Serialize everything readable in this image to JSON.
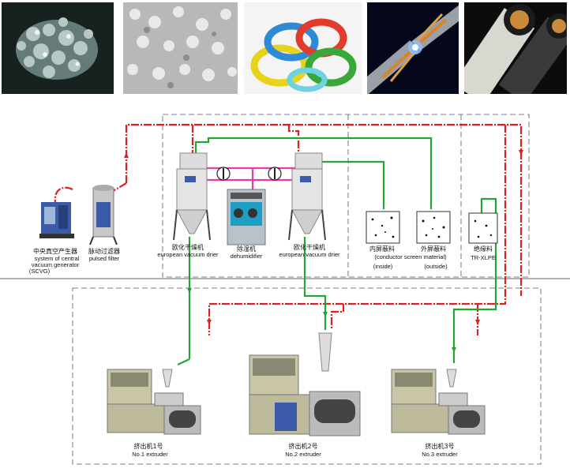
{
  "photos": [
    {
      "name": "granules-white",
      "colors": [
        "#1a2a2a",
        "#9fb5b2",
        "#dfe9e7"
      ]
    },
    {
      "name": "granules-gray",
      "colors": [
        "#9a9a9a",
        "#d9d9d9",
        "#f5f5f5"
      ]
    },
    {
      "name": "colored-wire-coils",
      "colors": [
        "#e8d21a",
        "#2f8ad6",
        "#e23b2b",
        "#38a83a"
      ]
    },
    {
      "name": "cable-conductors",
      "colors": [
        "#05081a",
        "#2c5aa6",
        "#d9832a"
      ]
    },
    {
      "name": "power-cables",
      "colors": [
        "#d8d8d0",
        "#1b1b1b",
        "#c98a3a"
      ]
    }
  ],
  "colors": {
    "red_line": "#e02020",
    "green_line": "#21a534",
    "magenta_line": "#e83aa8",
    "dash": "#555555"
  },
  "labels": {
    "vacuum_gen_cn": "中央真空产生器",
    "vacuum_gen_en_1": "system of central",
    "vacuum_gen_en_2": "vacuum generator",
    "vacuum_gen_en_3": "(SCVG)",
    "filter_cn": "脉动过滤器",
    "filter_en": "pulsed filter",
    "drier_left_cn": "欧化干燥机",
    "drier_left_en": "european vacuum drier",
    "dehum_cn": "除湿机",
    "dehum_en": "dehumidifier",
    "drier_right_cn": "欧化干燥机",
    "drier_right_en": "european vacuum drier",
    "inner_cn": "内屏蔽料",
    "outer_cn": "外屏蔽料",
    "conductor_en": "(conductor screen material)",
    "inside_en": "(inside)",
    "outside_en": "(outside)",
    "insul_cn": "绝缘料",
    "insul_en": "TR-XLPE",
    "ext1_cn": "挤出机1号",
    "ext1_en": "No.1 extruder",
    "ext2_cn": "挤出机2号",
    "ext2_en": "No.2 extruder",
    "ext3_cn": "挤出机3号",
    "ext3_en": "No.3 extruder"
  }
}
